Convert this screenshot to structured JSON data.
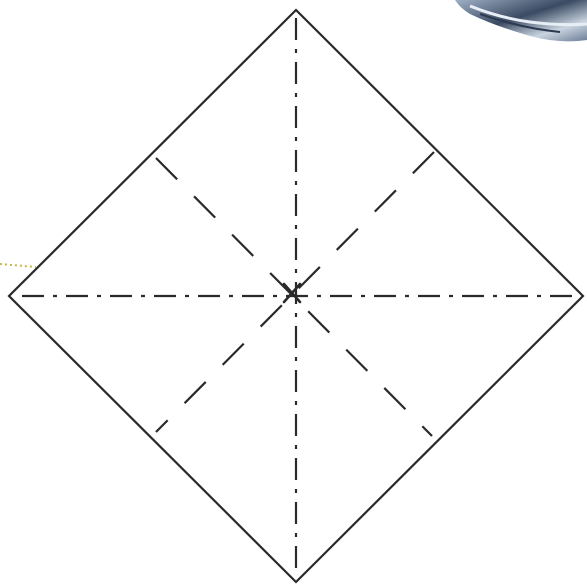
{
  "diagram": {
    "shape": "square-rotated-45deg",
    "fold_lines": [
      "vertical-dash-dot",
      "horizontal-dash-dot",
      "diagonal-dashed",
      "diagonal-dashed"
    ],
    "center_mark": "x",
    "colors": {
      "background": "#ffffff",
      "outline": "#2a2a2a",
      "fold_line": "#2a2a2a",
      "dotted_edge_line": "#c8b84a",
      "photo_corner_dark": "#3a4a62",
      "photo_corner_light": "#b9c6d6"
    }
  }
}
